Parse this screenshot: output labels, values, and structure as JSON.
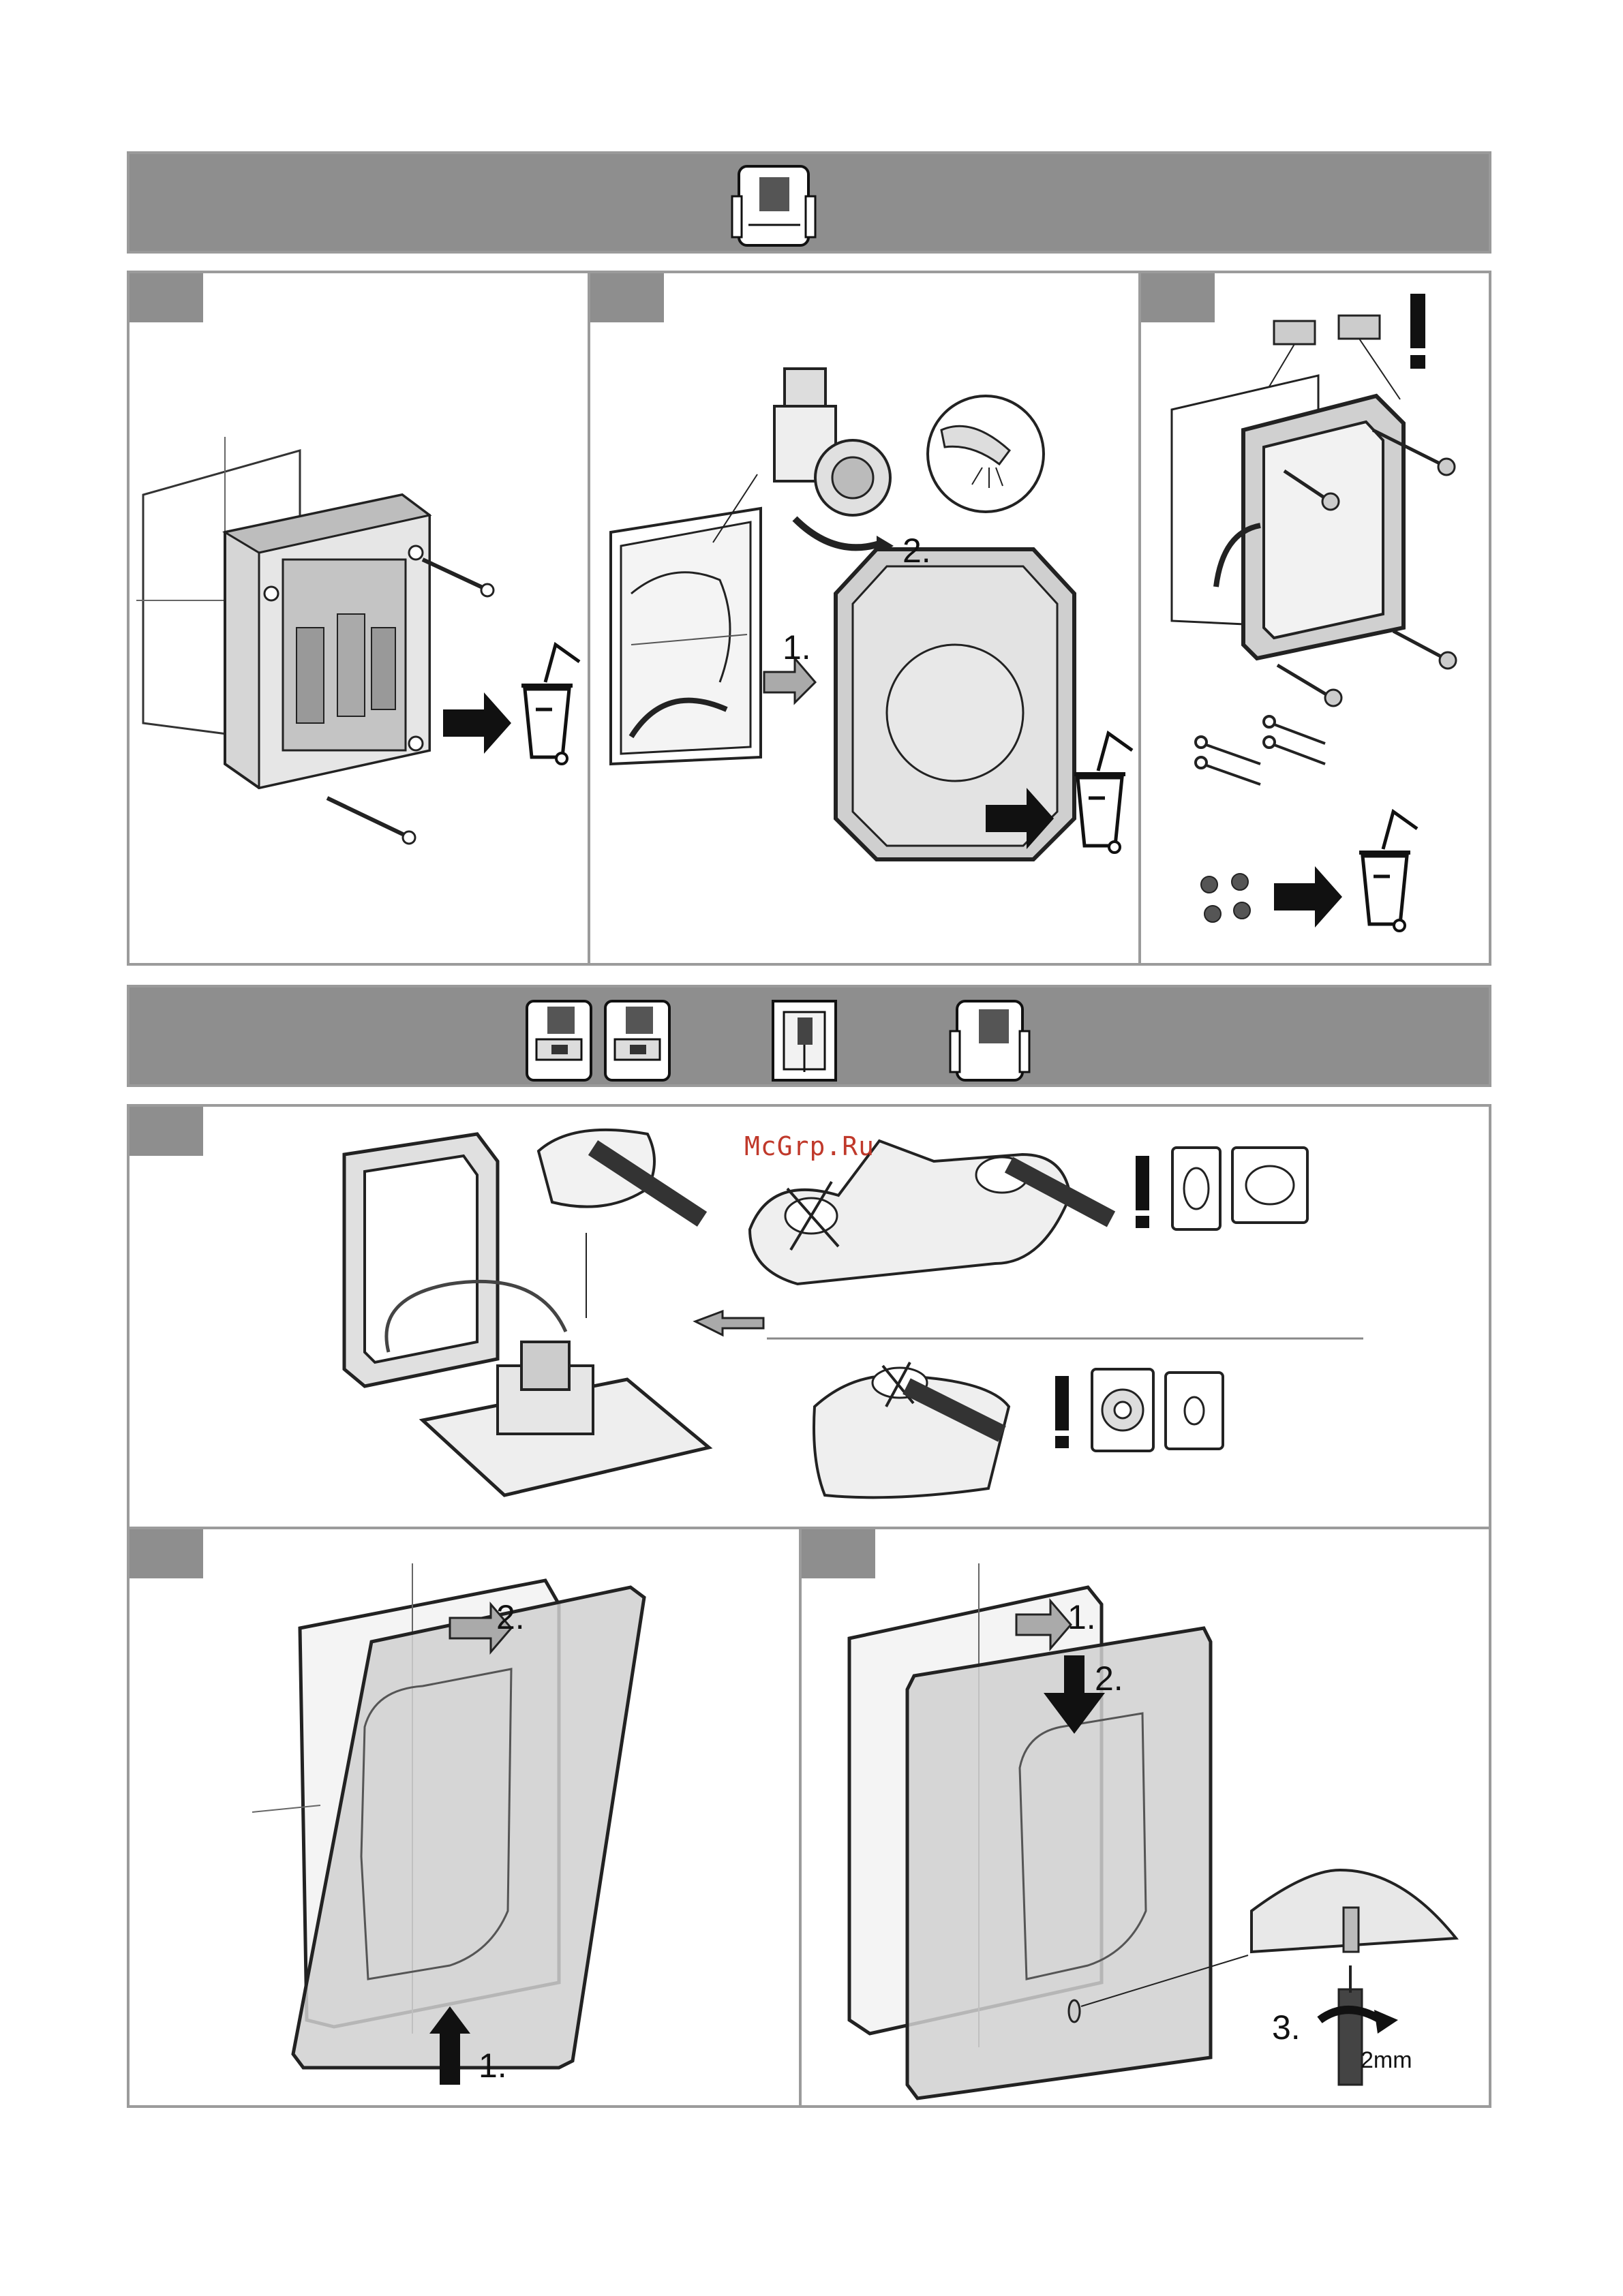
{
  "watermark": "McGrp.Ru",
  "icons": {
    "band1": [
      "module-icon"
    ],
    "band2": [
      "cistern-module-icon",
      "cistern-module-icon",
      "frame-module-icon",
      "panel-module-icon"
    ]
  },
  "steps": {
    "step2": {
      "label_1": "1.",
      "label_2": "2."
    },
    "step6": {
      "label_1": "1.",
      "label_2": "2."
    },
    "step7": {
      "label_1": "1.",
      "label_2": "2.",
      "label_3": "3.",
      "drill_size": "2mm"
    }
  },
  "colors": {
    "band": "#8e8e8e",
    "border": "#9b9b9b",
    "panel_fill": "#d0d0d0"
  }
}
